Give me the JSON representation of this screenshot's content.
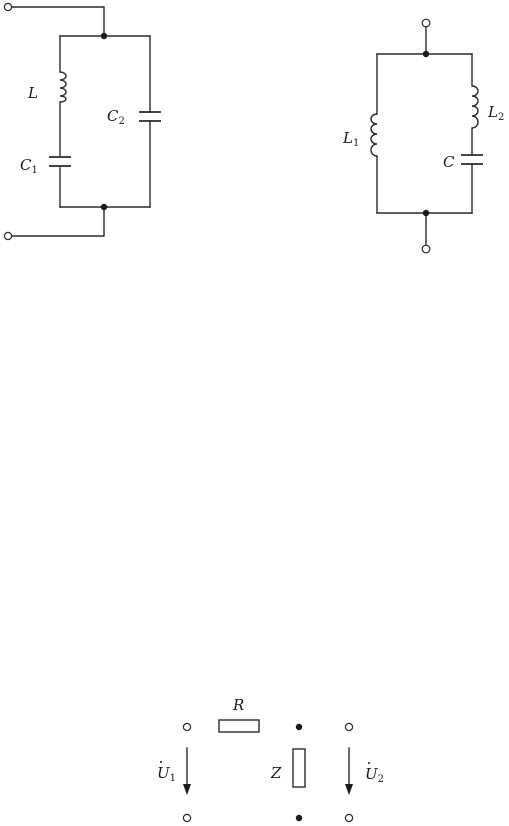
{
  "circuit_a": {
    "labels": {
      "inductor": {
        "main": "L",
        "sub": ""
      },
      "capacitor_1": {
        "main": "C",
        "sub": "1"
      },
      "capacitor_2": {
        "main": "C",
        "sub": "2"
      }
    }
  },
  "circuit_b": {
    "labels": {
      "inductor_1": {
        "main": "L",
        "sub": "1"
      },
      "inductor_2": {
        "main": "L",
        "sub": "2"
      },
      "capacitor": {
        "main": "C",
        "sub": ""
      }
    }
  },
  "circuit_c": {
    "labels": {
      "resistor": {
        "main": "R",
        "sub": ""
      },
      "impedance": {
        "main": "Z",
        "sub": ""
      },
      "voltage_in": {
        "main": "U",
        "sub": "1"
      },
      "voltage_out": {
        "main": "U",
        "sub": "2"
      }
    }
  }
}
